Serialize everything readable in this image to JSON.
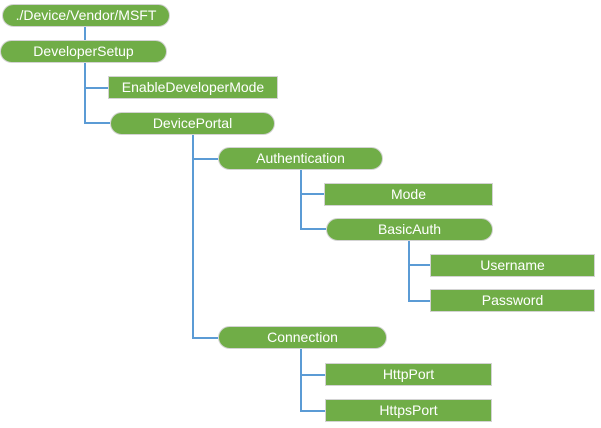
{
  "diagram": {
    "type": "tree",
    "description": "Configuration service provider node hierarchy",
    "colors": {
      "node_fill": "#70AD47",
      "node_border": "#D3D3D3",
      "node_text": "#FFFFFF",
      "connector": "#5B9BD5",
      "background": "#FFFFFF"
    },
    "nodes": [
      {
        "label": "./Device/Vendor/MSFT",
        "parent": null,
        "level": 0,
        "shape": "rounded"
      },
      {
        "label": "DeveloperSetup",
        "parent": "./Device/Vendor/MSFT",
        "level": 1,
        "shape": "rounded"
      },
      {
        "label": "EnableDeveloperMode",
        "parent": "DeveloperSetup",
        "level": 2,
        "shape": "rectangle"
      },
      {
        "label": "DevicePortal",
        "parent": "DeveloperSetup",
        "level": 2,
        "shape": "rounded"
      },
      {
        "label": "Authentication",
        "parent": "DevicePortal",
        "level": 3,
        "shape": "rounded"
      },
      {
        "label": "Mode",
        "parent": "Authentication",
        "level": 4,
        "shape": "rectangle"
      },
      {
        "label": "BasicAuth",
        "parent": "Authentication",
        "level": 4,
        "shape": "rounded"
      },
      {
        "label": "Username",
        "parent": "BasicAuth",
        "level": 5,
        "shape": "rectangle"
      },
      {
        "label": "Password",
        "parent": "BasicAuth",
        "level": 5,
        "shape": "rectangle"
      },
      {
        "label": "Connection",
        "parent": "DevicePortal",
        "level": 3,
        "shape": "rounded"
      },
      {
        "label": "HttpPort",
        "parent": "Connection",
        "level": 4,
        "shape": "rectangle"
      },
      {
        "label": "HttpsPort",
        "parent": "Connection",
        "level": 4,
        "shape": "rectangle"
      }
    ]
  }
}
